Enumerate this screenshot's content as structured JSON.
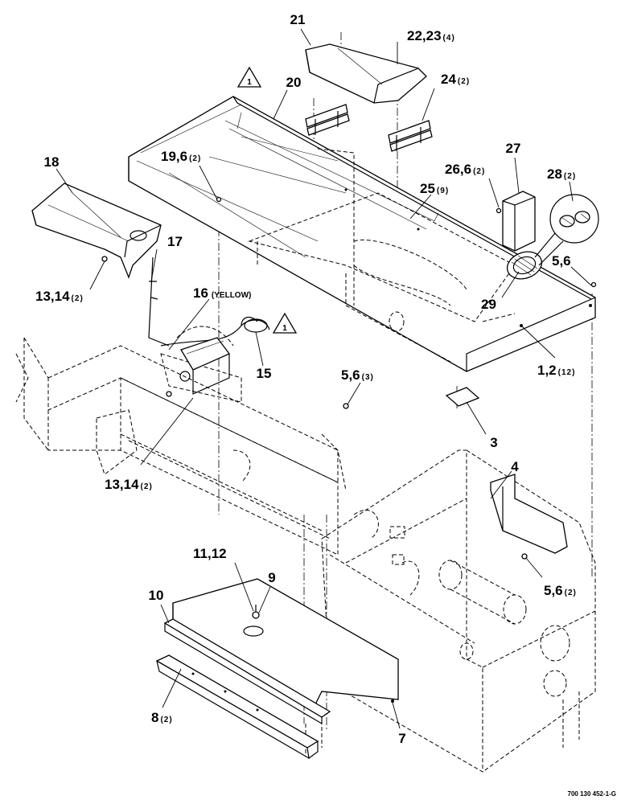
{
  "diagram": {
    "callouts": [
      {
        "id": "c21",
        "num": "21",
        "qty": ""
      },
      {
        "id": "c22",
        "num": "22,23",
        "qty": "(4)"
      },
      {
        "id": "c20",
        "num": "20",
        "qty": ""
      },
      {
        "id": "c24",
        "num": "24",
        "qty": "(2)"
      },
      {
        "id": "c18",
        "num": "18",
        "qty": ""
      },
      {
        "id": "c19",
        "num": "19,6",
        "qty": "(2)"
      },
      {
        "id": "c27",
        "num": "27",
        "qty": ""
      },
      {
        "id": "c26",
        "num": "26,6",
        "qty": "(2)"
      },
      {
        "id": "c28",
        "num": "28",
        "qty": "(2)"
      },
      {
        "id": "c25",
        "num": "25",
        "qty": "(9)"
      },
      {
        "id": "c17",
        "num": "17",
        "qty": ""
      },
      {
        "id": "c13a",
        "num": "13,14",
        "qty": "(2)"
      },
      {
        "id": "c56a",
        "num": "5,6",
        "qty": ""
      },
      {
        "id": "c16",
        "num": "16",
        "qty": ""
      },
      {
        "id": "c29",
        "num": "29",
        "qty": ""
      },
      {
        "id": "c12",
        "num": "1,2",
        "qty": "(12)"
      },
      {
        "id": "c15",
        "num": "15",
        "qty": ""
      },
      {
        "id": "c56b",
        "num": "5,6",
        "qty": "(3)"
      },
      {
        "id": "c3",
        "num": "3",
        "qty": ""
      },
      {
        "id": "c13b",
        "num": "13,14",
        "qty": "(2)"
      },
      {
        "id": "c4",
        "num": "4",
        "qty": ""
      },
      {
        "id": "c1112",
        "num": "11,12",
        "qty": ""
      },
      {
        "id": "c9",
        "num": "9",
        "qty": ""
      },
      {
        "id": "c10",
        "num": "10",
        "qty": ""
      },
      {
        "id": "c56c",
        "num": "5,6",
        "qty": "(2)"
      },
      {
        "id": "c8",
        "num": "8",
        "qty": "(2)"
      },
      {
        "id": "c7",
        "num": "7",
        "qty": ""
      }
    ],
    "wire_color_note": "(YELLOW)",
    "warning_marker": "1",
    "drawing_number": "700 130 452-1-G"
  }
}
